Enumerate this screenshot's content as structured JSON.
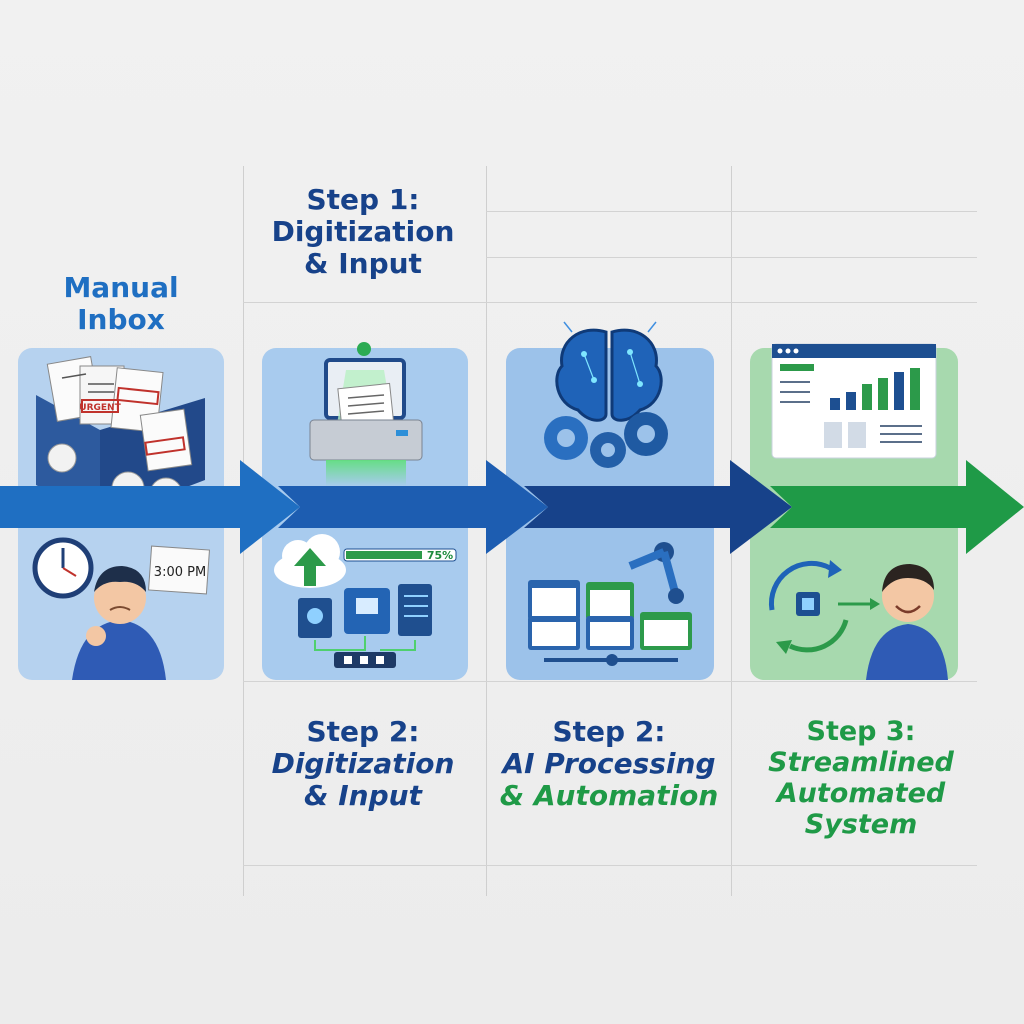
{
  "stages": {
    "manual": {
      "line1": "Manual",
      "line2": "Inbox"
    },
    "top_step": {
      "line1": "Step 1:",
      "line2": "Digitization",
      "line3": "& Input"
    },
    "step_digitization": {
      "line1": "Step 2:",
      "line2": "Digitization",
      "line3": "& Input"
    },
    "step_ai": {
      "line1": "Step 2:",
      "line2": "AI Processing",
      "line3": "& Automation"
    },
    "step_streamlined": {
      "line1": "Step 3:",
      "line2": "Streamlined",
      "line3": "Automated System"
    }
  },
  "badges": {
    "clock_time": "3:00 PM",
    "stamp_text": "URGENT",
    "upload_progress": "75%"
  },
  "colors": {
    "blue_arrow": "#1f6fc2",
    "navy_arrow": "#17428a",
    "green_arrow": "#1f9a47",
    "panel_blue": "#a8cbee",
    "panel_green": "#a7d9ae"
  },
  "icons": [
    "inbox-tray-icon",
    "clock-icon",
    "stressed-person-icon",
    "scanner-icon",
    "cloud-upload-icon",
    "brain-icon",
    "gears-icon",
    "robot-arm-icon",
    "folders-icon",
    "dashboard-icon",
    "cycle-icon",
    "happy-person-icon"
  ]
}
